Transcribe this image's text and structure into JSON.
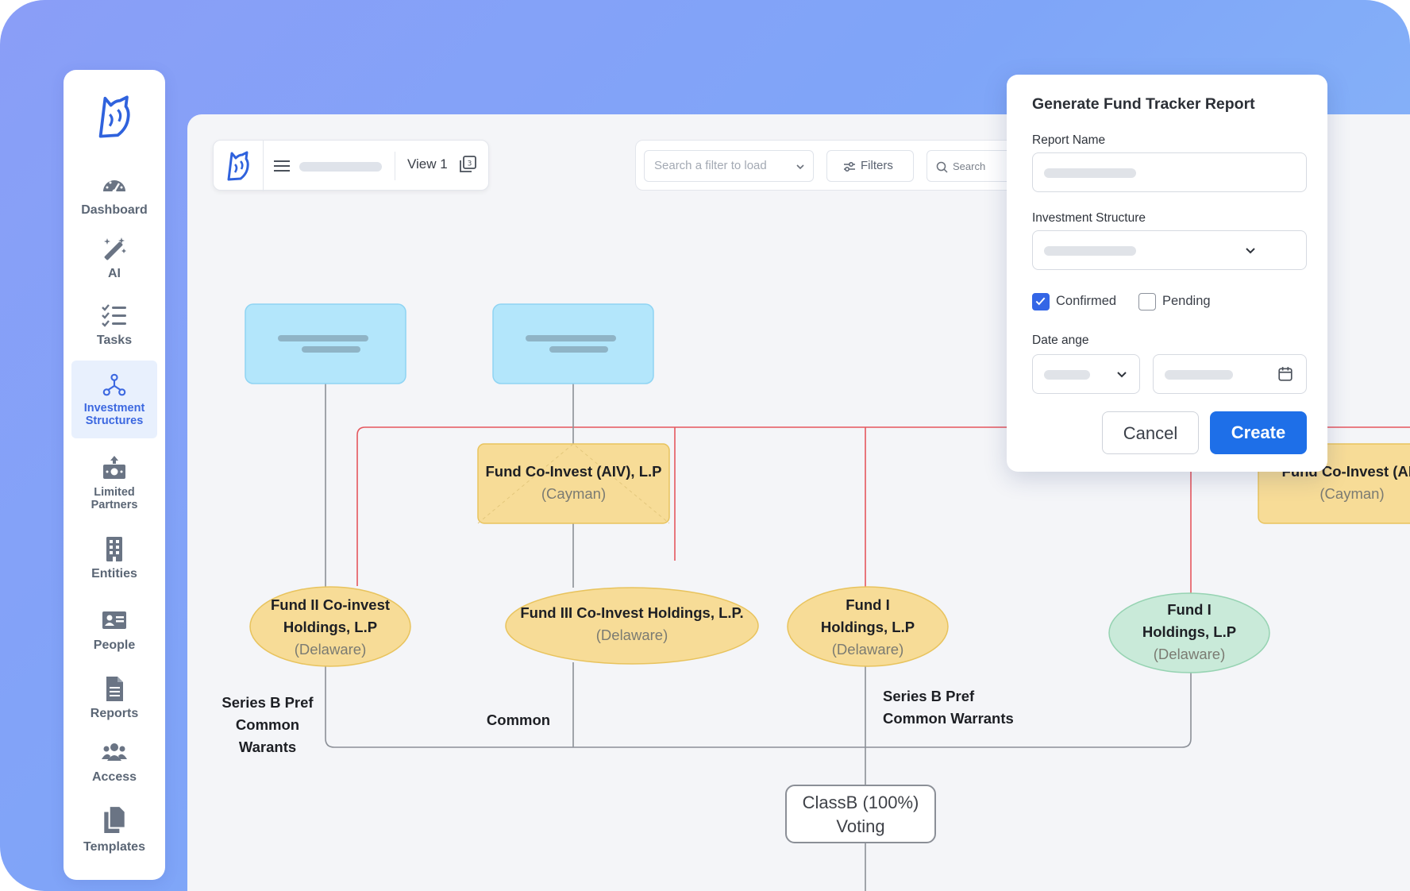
{
  "sidebar": {
    "items": [
      {
        "label": "Dashboard",
        "icon": "dashboard-icon"
      },
      {
        "label": "AI",
        "icon": "magic-wand-icon"
      },
      {
        "label": "Tasks",
        "icon": "tasks-icon"
      },
      {
        "label": "Investment Structures",
        "icon": "network-icon",
        "active": true
      },
      {
        "label": "Limited Partners",
        "icon": "money-icon"
      },
      {
        "label": "Entities",
        "icon": "building-icon"
      },
      {
        "label": "People",
        "icon": "id-card-icon"
      },
      {
        "label": "Reports",
        "icon": "document-icon"
      },
      {
        "label": "Access",
        "icon": "users-icon"
      },
      {
        "label": "Templates",
        "icon": "copy-icon"
      }
    ]
  },
  "toolbar": {
    "view_label": "View 1",
    "search_filter_placeholder": "Search a filter to load",
    "filters_label": "Filters",
    "search_placeholder": "Search"
  },
  "diagram": {
    "nodes": {
      "coinvest_aiv": {
        "name": "Fund Co-Invest (AIV), L.P",
        "jurisdiction": "(Cayman)"
      },
      "coinvest_aiv_right": {
        "name": "Fund Co-Invest (AIV)",
        "jurisdiction": "(Cayman)"
      },
      "fund2": {
        "line1": "Fund II Co-invest",
        "line2": "Holdings, L.P",
        "jurisdiction": "(Delaware)"
      },
      "fund3": {
        "name": "Fund III Co-Invest Holdings, L.P.",
        "jurisdiction": "(Delaware)"
      },
      "fund1a": {
        "line1": "Fund I",
        "line2": "Holdings, L.P",
        "jurisdiction": "(Delaware)"
      },
      "fund1b": {
        "line1": "Fund I",
        "line2": "Holdings, L.P",
        "jurisdiction": "(Delaware)"
      }
    },
    "edge_labels": {
      "left": {
        "line1": "Series B Pref",
        "line2": "Common",
        "line3": "Warants"
      },
      "middle": "Common",
      "right": {
        "line1": "Series B Pref",
        "line2": "Common Warrants"
      }
    },
    "voting": {
      "line1": "ClassB (100%)",
      "line2": "Voting"
    }
  },
  "modal": {
    "title": "Generate Fund Tracker Report",
    "report_name_label": "Report Name",
    "investment_structure_label": "Investment Structure",
    "confirmed_label": "Confirmed",
    "confirmed_checked": true,
    "pending_label": "Pending",
    "pending_checked": false,
    "date_range_label": "Date ange",
    "cancel_label": "Cancel",
    "create_label": "Create"
  },
  "colors": {
    "accent": "#1e6fe8",
    "node_blue": "#b3e6fb",
    "node_yellow": "#f7dc97",
    "node_green": "#c9ead9",
    "connector_red": "#e5575e",
    "connector_gray": "#8b8f97"
  }
}
